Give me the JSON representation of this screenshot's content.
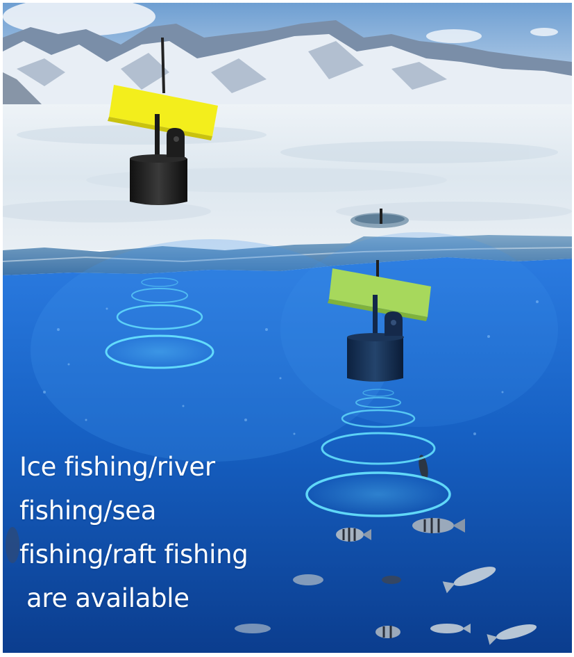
{
  "caption": {
    "line1": "Ice fishing/river",
    "line2": "fishing/sea",
    "line3": "fishing/raft fishing",
    "line4": "are available"
  },
  "colors": {
    "sky": "#8fb7de",
    "ice": "#e6eef4",
    "water_top": "#1f6fd0",
    "water_bottom": "#0a3f92",
    "float_yellow": "#f4ee1f",
    "float_green": "#a6d85a",
    "sonar_ring": "#5fe4ff"
  },
  "icons": {
    "transducer_top": "sonar-transducer-icon",
    "transducer_bottom": "sonar-transducer-icon"
  }
}
